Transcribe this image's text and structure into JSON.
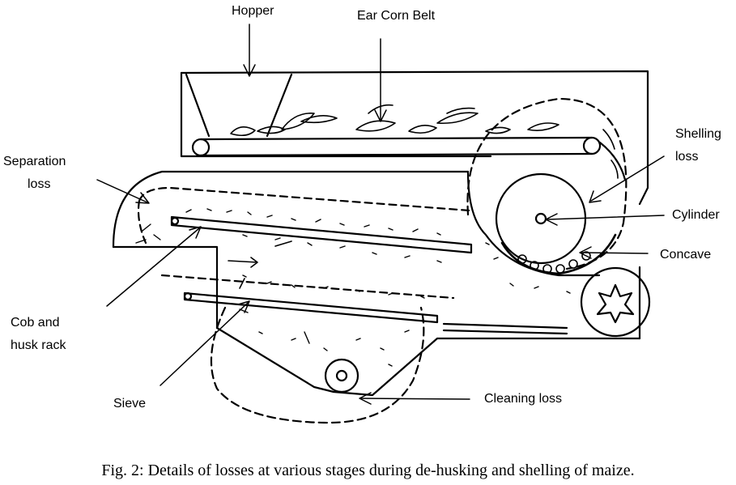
{
  "labels": {
    "hopper": "Hopper",
    "ear_corn_belt": "Ear Corn Belt",
    "separation_loss_1": "Separation",
    "separation_loss_2": "loss",
    "shelling_loss_1": "Shelling",
    "shelling_loss_2": "loss",
    "cylinder": "Cylinder",
    "concave": "Concave",
    "cob_husk_rack_1": "Cob and",
    "cob_husk_rack_2": "husk rack",
    "sieve": "Sieve",
    "cleaning_loss": "Cleaning loss"
  },
  "caption": "Fig. 2: Details of losses at various stages during de-husking and shelling of maize."
}
